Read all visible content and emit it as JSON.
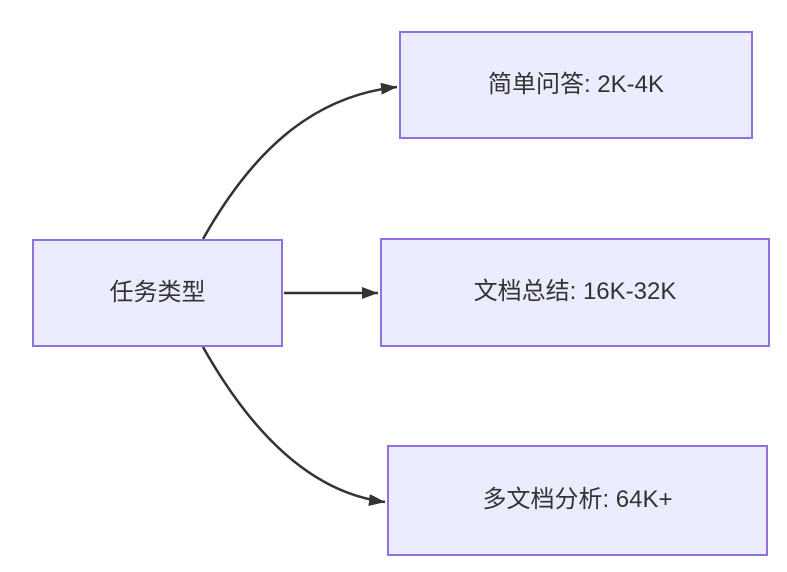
{
  "diagram": {
    "type": "flowchart-LR",
    "background": "#FFFFFF",
    "nodes": [
      {
        "id": "task-type",
        "label": "任务类型"
      },
      {
        "id": "simple-qa",
        "label": "简单问答: 2K-4K"
      },
      {
        "id": "doc-summary",
        "label": "文档总结: 16K-32K"
      },
      {
        "id": "multi-doc",
        "label": "多文档分析: 64K+"
      }
    ],
    "edges": [
      {
        "from": "task-type",
        "to": "simple-qa",
        "style": "curved-up"
      },
      {
        "from": "task-type",
        "to": "doc-summary",
        "style": "straight"
      },
      {
        "from": "task-type",
        "to": "multi-doc",
        "style": "curved-down"
      }
    ],
    "colors": {
      "node_fill": "#ECECFF",
      "node_border": "#9370DB",
      "edge_stroke": "#333333",
      "arrowhead_fill": "#333333",
      "text": "#333333"
    }
  }
}
